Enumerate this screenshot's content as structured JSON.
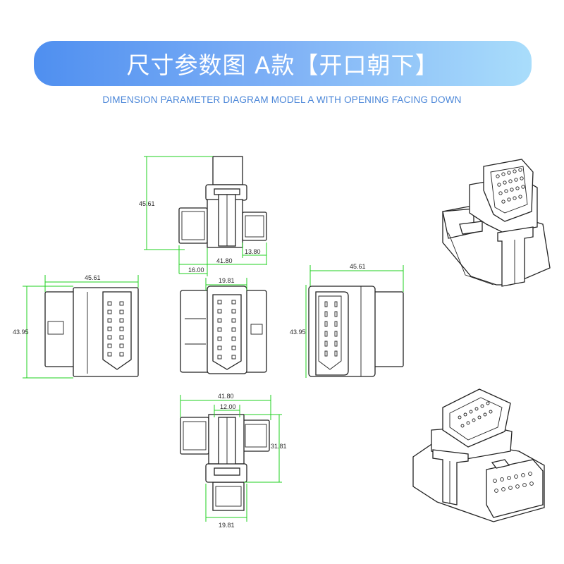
{
  "header": {
    "title": "尺寸参数图 A款【开口朝下】",
    "subtitle": "DIMENSION PARAMETER DIAGRAM MODEL A WITH OPENING FACING DOWN"
  },
  "dimensions": {
    "top_height": "45.61",
    "top_width": "41.80",
    "top_left_offset": "16.00",
    "top_right_offset": "13.80",
    "left_width": "45.61",
    "left_height": "43.95",
    "center_width": "19.81",
    "right_width": "45.61",
    "right_height": "43.95",
    "bottom_width": "41.80",
    "bottom_inner": "12.00",
    "bottom_height": "31.81",
    "bottom_base": "19.81"
  },
  "colors": {
    "banner_start": "#4f8ff0",
    "banner_end": "#a9ddfb",
    "dimension_line": "#1fd11f",
    "subtitle": "#4a86d8"
  }
}
